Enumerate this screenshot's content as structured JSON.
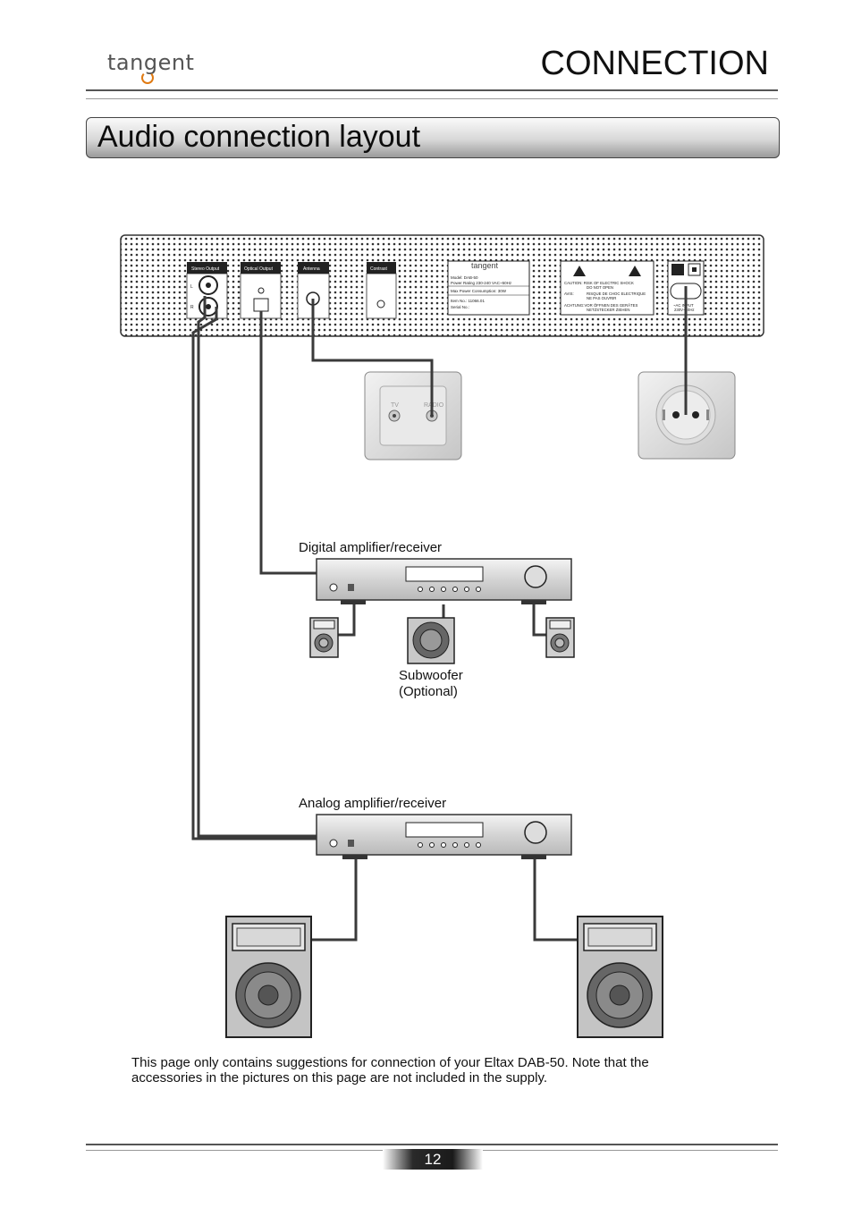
{
  "header": {
    "logo_text": "tangent",
    "section_title": "CONNECTION"
  },
  "banner": {
    "title": "Audio connection layout"
  },
  "rear_panel": {
    "stereo_output_label": "Stereo Output",
    "optical_output_label": "Optical Output",
    "antenna_label": "Antenna",
    "contrast_label": "Contrast",
    "rating_plate": {
      "brand": "tangent",
      "model": "Model: DAB-50",
      "power_rating": "Power Rating 230-240 VAC~50Hz",
      "max_power": "Max Power Consumption: 30W",
      "item_no": "Item No.:    11066.01",
      "serial_no": "Serial No.:"
    },
    "warning_label": {
      "caution": "CAUTION:  RISK OF ELECTRIC SHOCK",
      "caution2": "DO NOT OPEN",
      "avis": "AVIS:",
      "avis_text": "RISQUE DE CHOC ELECTRIQUE",
      "avis_text2": "NE PAS OUVRIR",
      "achtung": "ACHTUNG:VOR ÖFFNEN DES GERÄTES",
      "achtung2": "NETZSTECKER ZIEHEN"
    },
    "ac_input": "~AC INPUT",
    "ac_rating": "230V~50Hz",
    "channel_l": "L",
    "channel_r": "R"
  },
  "wall_antenna": {
    "tv_label": "TV",
    "radio_label": "RADIO"
  },
  "digital_receiver_label": "Digital  amplifier/receiver",
  "subwoofer_label": "Subwoofer",
  "subwoofer_optional": "(Optional)",
  "analog_receiver_label": "Analog  amplifier/receiver",
  "note_text": "This page only contains suggestions for connection of your Eltax DAB-50. Note that the accessories in the pictures on this page are not included in the supply.",
  "page_number": "12"
}
